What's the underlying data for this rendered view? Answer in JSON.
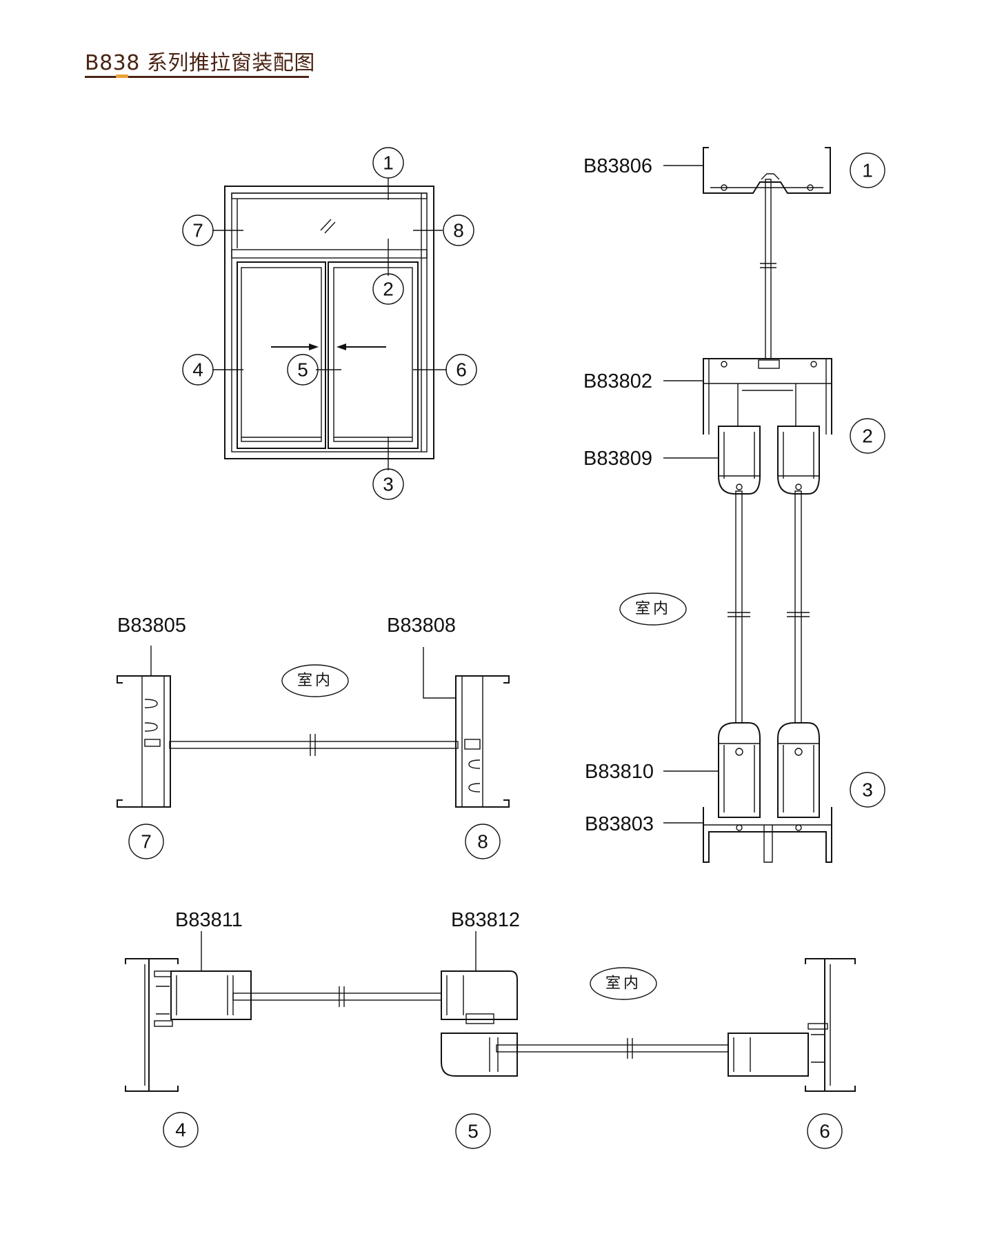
{
  "title": "B838 系列推拉窗装配图",
  "colors": {
    "title": "#4a2414",
    "accent": "#e8a23a",
    "line": "#111111"
  },
  "elevation": {
    "callouts": [
      "1",
      "2",
      "3",
      "4",
      "5",
      "6",
      "7",
      "8"
    ]
  },
  "vertical_section": {
    "callouts": [
      "1",
      "2",
      "3"
    ],
    "profiles": [
      "B83806",
      "B83802",
      "B83809",
      "B83810",
      "B83803"
    ],
    "indoor": "室内"
  },
  "transom_section": {
    "callouts": [
      "7",
      "8"
    ],
    "profiles": [
      "B83805",
      "B83808"
    ],
    "indoor": "室内"
  },
  "horizontal_section": {
    "callouts": [
      "4",
      "5",
      "6"
    ],
    "profiles": [
      "B83811",
      "B83812"
    ],
    "indoor": "室内"
  }
}
